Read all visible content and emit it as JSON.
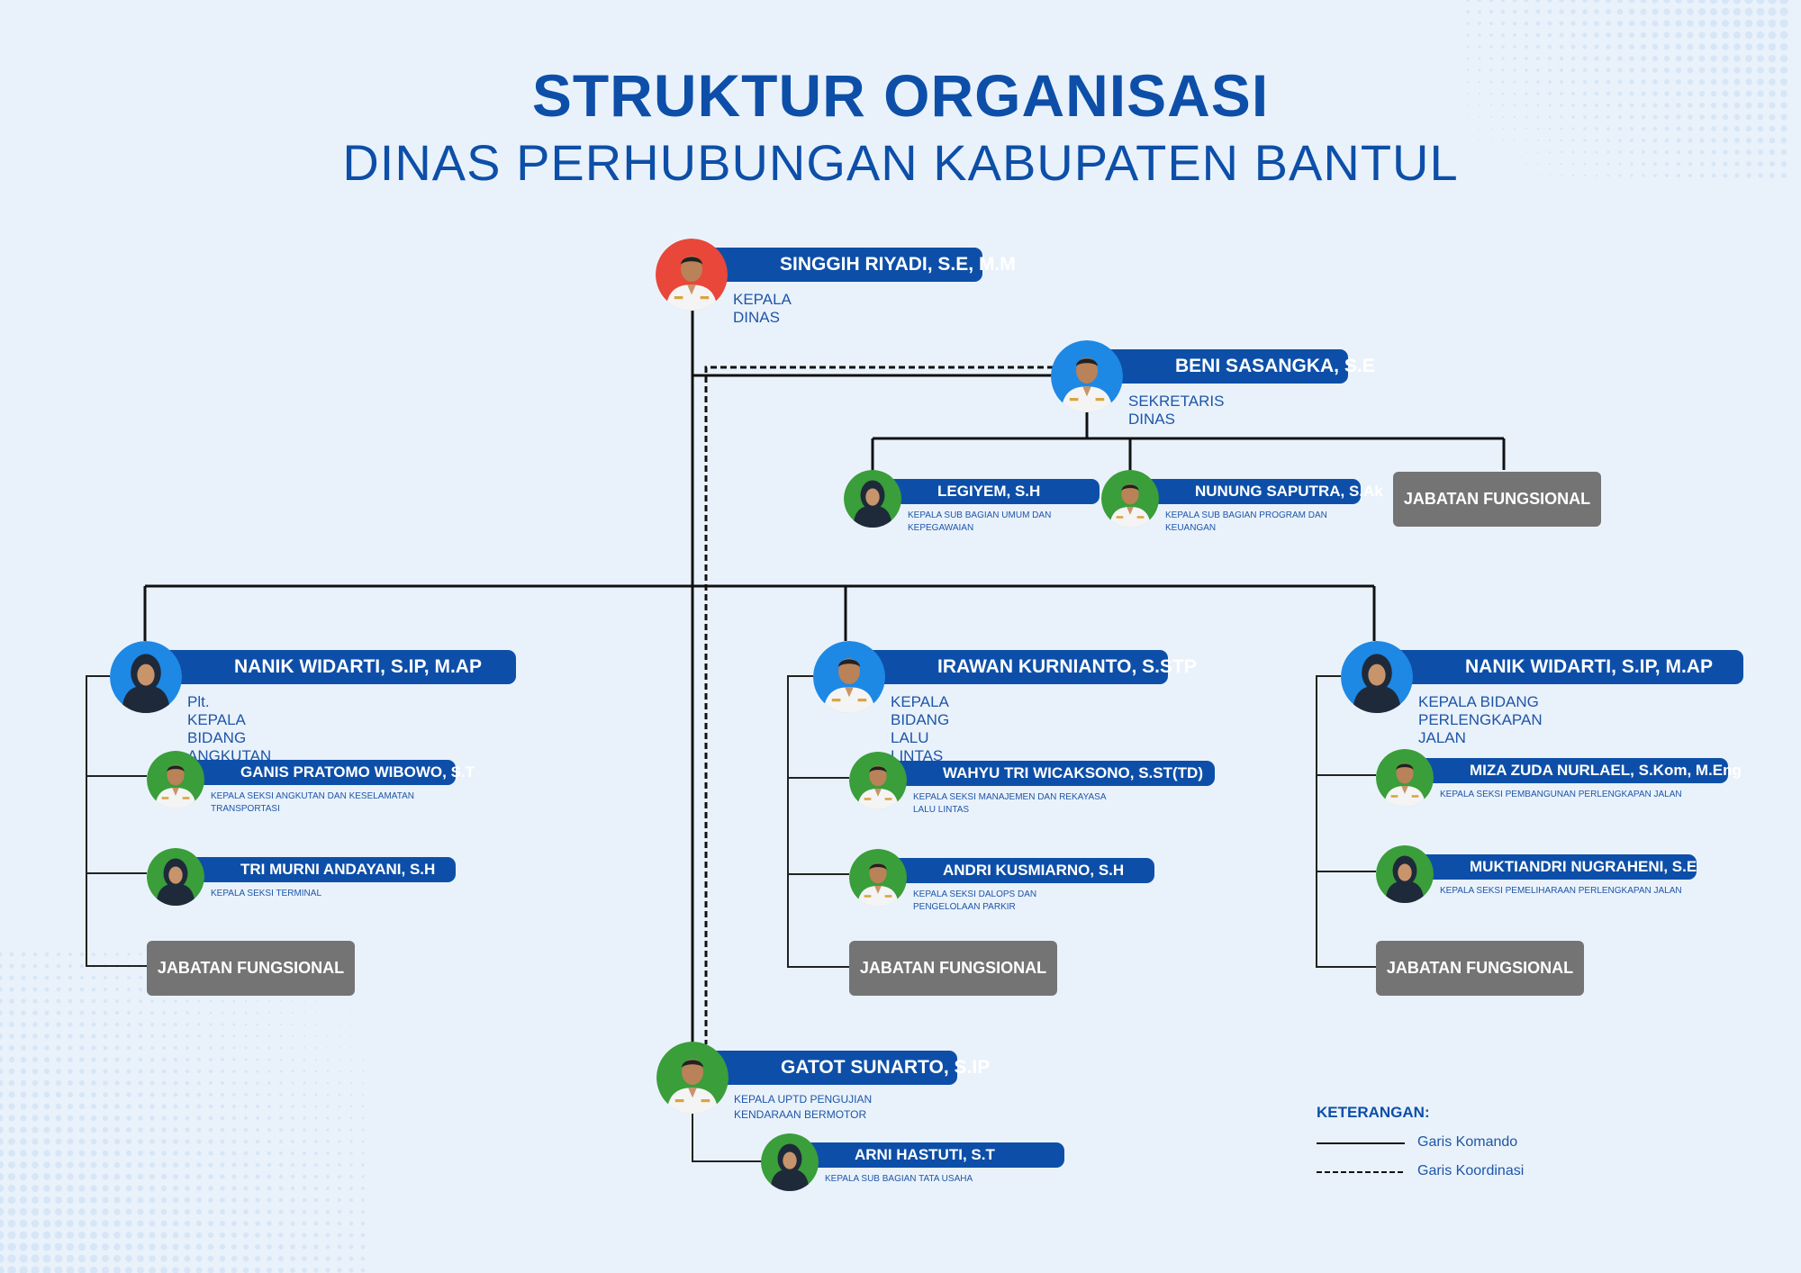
{
  "title": "STRUKTUR ORGANISASI",
  "subtitle": "DINAS PERHUBUNGAN KABUPATEN BANTUL",
  "nodes": {
    "head": {
      "name": "SINGGIH RIYADI, S.E, M.M",
      "role": "KEPALA DINAS"
    },
    "sekretaris": {
      "name": "BENI SASANGKA, S.E",
      "role": "SEKRETARIS DINAS"
    },
    "legiyem": {
      "name": "LEGIYEM, S.H",
      "role": "KEPALA SUB BAGIAN UMUM DAN KEPEGAWAIAN"
    },
    "nunung": {
      "name": "NUNUNG SAPUTRA, S.Ak",
      "role": "KEPALA SUB BAGIAN PROGRAM DAN KEUANGAN"
    },
    "angkutan": {
      "name": "NANIK WIDARTI, S.IP, M.AP",
      "role": "Plt. KEPALA BIDANG ANGKUTAN"
    },
    "ganis": {
      "name": "GANIS PRATOMO WIBOWO, S.T",
      "role": "KEPALA SEKSI ANGKUTAN DAN KESELAMATAN TRANSPORTASI"
    },
    "tri": {
      "name": "TRI MURNI ANDAYANI, S.H",
      "role": "KEPALA SEKSI TERMINAL"
    },
    "lalulintas": {
      "name": "IRAWAN KURNIANTO, S.STP",
      "role": "KEPALA BIDANG LALU LINTAS"
    },
    "wahyu": {
      "name": "WAHYU TRI WICAKSONO, S.ST(TD)",
      "role": "KEPALA SEKSI MANAJEMEN DAN REKAYASA LALU LINTAS"
    },
    "andri": {
      "name": "ANDRI KUSMIARNO, S.H",
      "role": "KEPALA SEKSI DALOPS DAN PENGELOLAAN PARKIR"
    },
    "perlengkapan": {
      "name": "NANIK WIDARTI, S.IP, M.AP",
      "role": "KEPALA BIDANG PERLENGKAPAN JALAN"
    },
    "miza": {
      "name": "MIZA ZUDA NURLAEL, S.Kom, M.Eng",
      "role": "KEPALA SEKSI PEMBANGUNAN PERLENGKAPAN JALAN"
    },
    "muktiandri": {
      "name": "MUKTIANDRI NUGRAHENI, S.E",
      "role": "KEPALA SEKSI PEMELIHARAAN PERLENGKAPAN JALAN"
    },
    "gatot": {
      "name": "GATOT SUNARTO, S.IP",
      "role": "KEPALA UPTD PENGUJIAN KENDARAAN BERMOTOR"
    },
    "arni": {
      "name": "ARNI HASTUTI, S.T",
      "role": "KEPALA SUB BAGIAN TATA USAHA"
    }
  },
  "fungsional_label": "JABATAN FUNGSIONAL",
  "legend": {
    "title": "KETERANGAN:",
    "komando": "Garis Komando",
    "koordinasi": "Garis Koordinasi"
  },
  "colors": {
    "primary": "#0d4fa8",
    "avatar_red": "#e8473a",
    "avatar_blue": "#1e88e5",
    "avatar_green": "#3a9e3a",
    "fungsional_gray": "#747474",
    "background": "#e9f2fb"
  },
  "avatar_style": {
    "head": "red",
    "sekretaris": "blue",
    "angkutan": "blue",
    "lalulintas": "blue",
    "perlengkapan": "blue",
    "legiyem": "green",
    "nunung": "green",
    "ganis": "green",
    "tri": "green",
    "wahyu": "green",
    "andri": "green",
    "miza": "green",
    "muktiandri": "green",
    "gatot": "green",
    "arni": "green"
  },
  "avatar_hijab": [
    "legiyem",
    "angkutan",
    "tri",
    "perlengkapan",
    "muktiandri",
    "arni"
  ]
}
